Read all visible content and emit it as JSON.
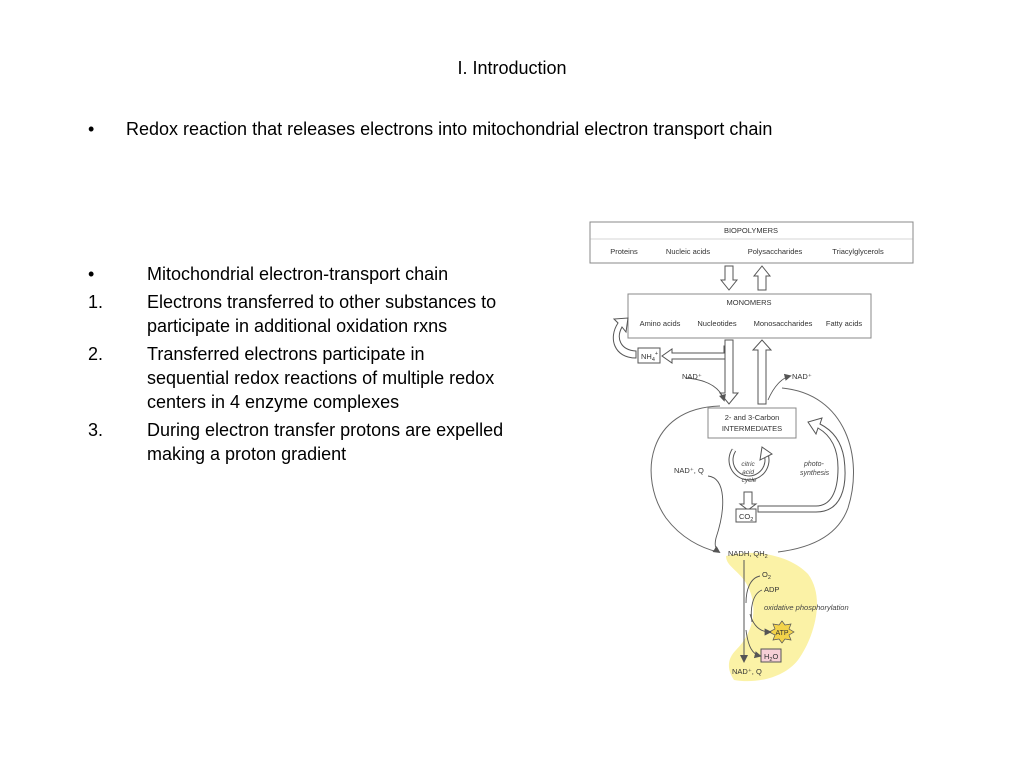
{
  "slide": {
    "title": "I. Introduction",
    "top_bullet": {
      "marker": "•",
      "text": "Redox reaction that releases electrons into mitochondrial electron transport chain"
    },
    "list": [
      {
        "marker": "•",
        "text": "Mitochondrial electron-transport chain"
      },
      {
        "marker": "1.",
        "text": "Electrons transferred to other substances to participate in additional oxidation rxns"
      },
      {
        "marker": "2.",
        "text": "Transferred electrons participate in sequential redox reactions of multiple redox centers in 4 enzyme complexes"
      },
      {
        "marker": "3.",
        "text": "During electron transfer protons are expelled making a proton gradient"
      }
    ]
  },
  "diagram": {
    "biopolymers": {
      "title": "BIOPOLYMERS",
      "items": [
        "Proteins",
        "Nucleic acids",
        "Polysaccharides",
        "Triacylglycerols"
      ]
    },
    "monomers": {
      "title": "MONOMERS",
      "items": [
        "Amino acids",
        "Nucleotides",
        "Monosaccharides",
        "Fatty acids"
      ]
    },
    "nh4": "NH",
    "nh4_sub": "4",
    "nh4_sup": "+",
    "nad_left": "NAD⁺",
    "nad_right": "NAD⁺",
    "intermediates_line1": "2- and 3-Carbon",
    "intermediates_line2": "INTERMEDIATES",
    "nad_q": "NAD⁺, Q",
    "citric_1": "citric",
    "citric_2": "acid",
    "citric_3": "cycle",
    "photo_1": "photo-",
    "photo_2": "synthesis",
    "co2": "CO",
    "co2_sub": "2",
    "nadh_qh2": "NADH, QH",
    "nadh_sub": "2",
    "o2": "O",
    "o2_sub": "2",
    "adp": "ADP",
    "oxphos": "oxidative phosphorylation",
    "atp": "ATP",
    "h2o": "H",
    "h2o_sub": "2",
    "h2o_end": "O",
    "nad_q_bottom": "NAD⁺, Q",
    "colors": {
      "highlight": "#fbf2a6",
      "atp_star": "#f3d34a",
      "h2o_box": "#f6cfd6",
      "line": "#666666"
    }
  }
}
